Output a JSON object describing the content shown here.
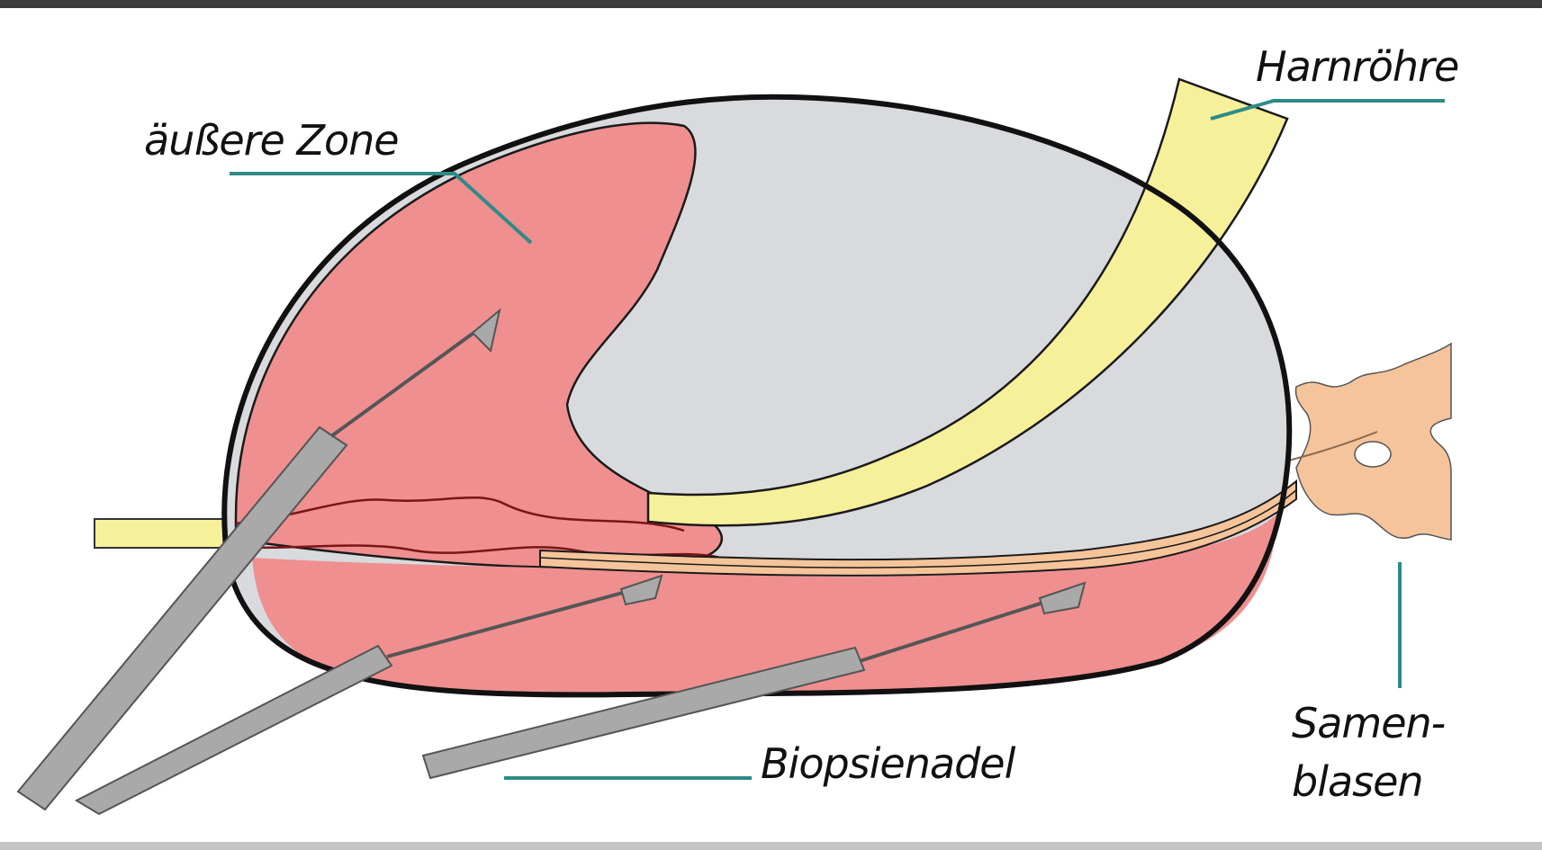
{
  "labels": {
    "outer_zone": "äußere Zone",
    "urethra": "Harnröhre",
    "seminal_vesicles_line1": "Samen-",
    "seminal_vesicles_line2": "blasen",
    "biopsy_needle": "Biopsienadel"
  },
  "colors": {
    "background": "#ffffff",
    "top_border": "#3c3c3c",
    "bottom_border": "#bdbdbd",
    "gland_fill": "#d8dadd",
    "outline": "#111111",
    "outer_zone_fill": "#ef8f8f",
    "urethra_fill": "#f7f09b",
    "seminal_vesicles_fill": "#f6c49b",
    "needle_fill": "#a9a9a9",
    "needle_stroke": "#555555",
    "leader_line": "#2e8b87",
    "nerve_line": "#7a1515",
    "label_text": "#111111"
  },
  "icons": [
    "prostate-gland",
    "outer-zone",
    "urethra",
    "seminal-vesicles",
    "biopsy-needle"
  ]
}
